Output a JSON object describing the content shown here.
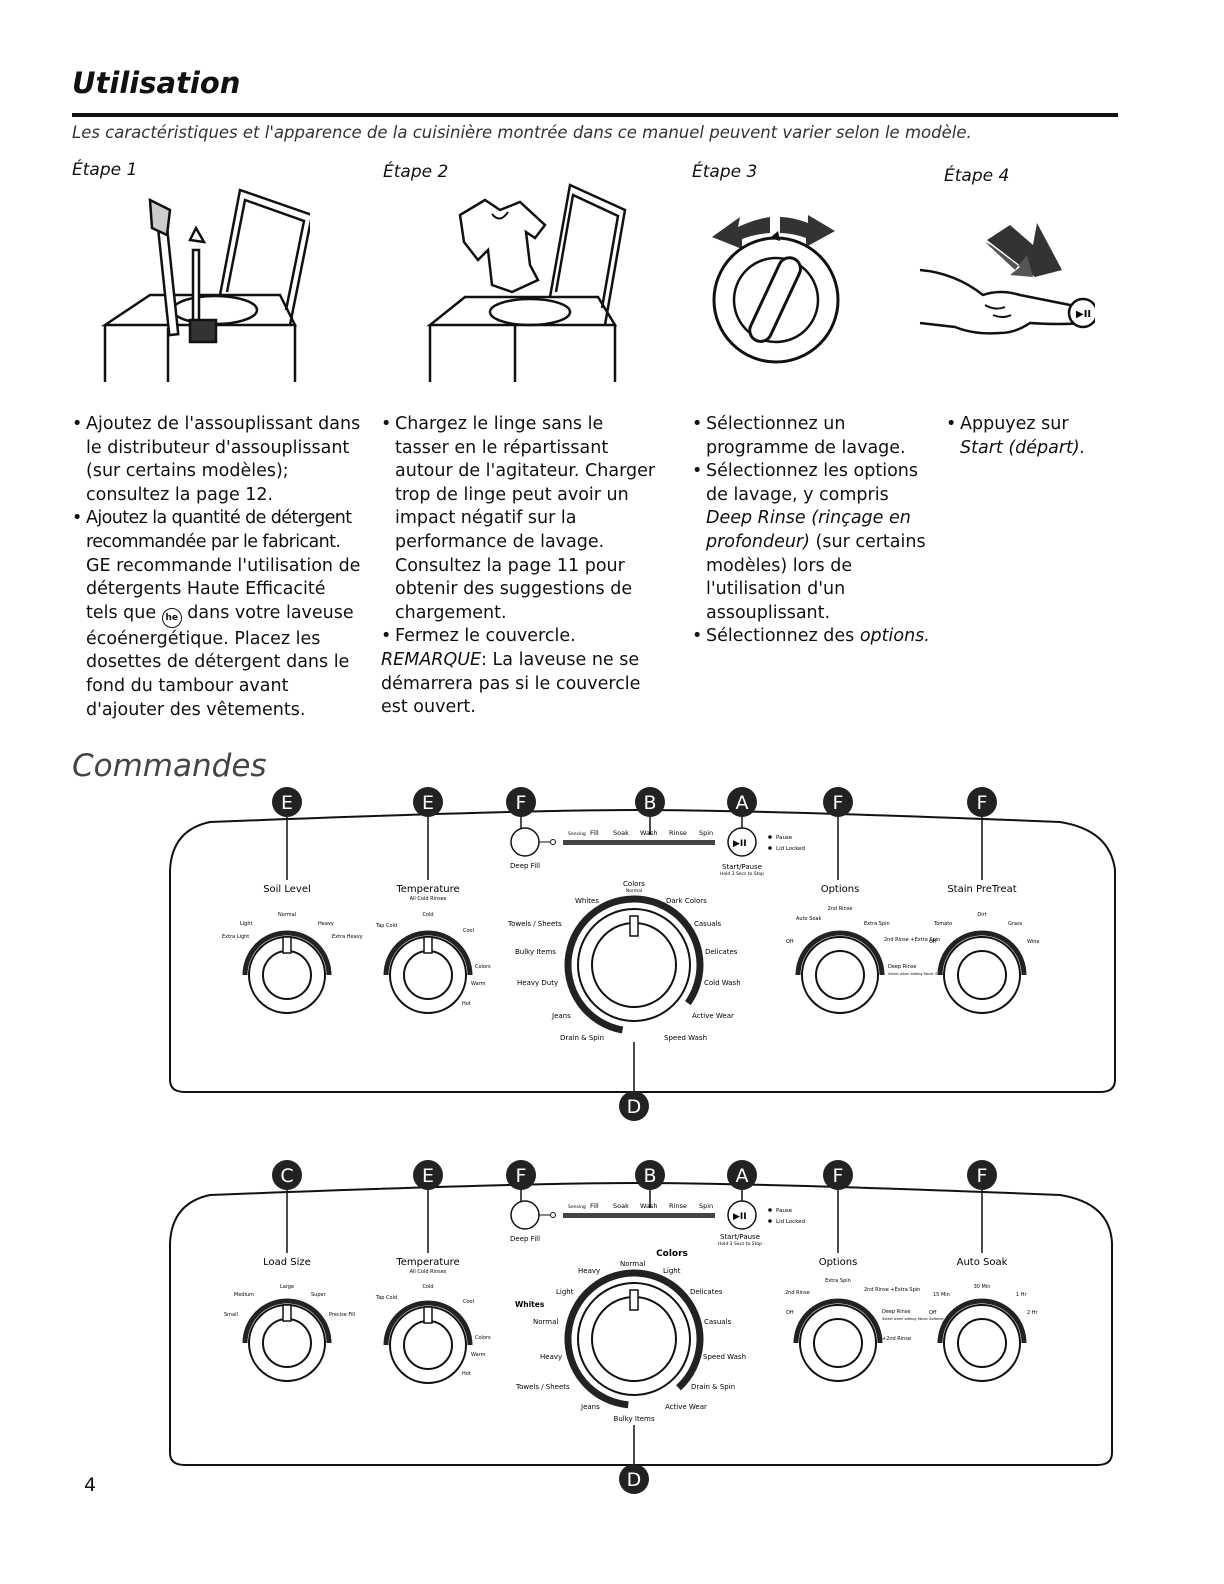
{
  "header": {
    "title": "Utilisation",
    "subtitle": "Les caractéristiques et l'apparence de la cuisinière montrée dans ce manuel peuvent varier selon le modèle."
  },
  "steps": [
    {
      "label": "Étape 1"
    },
    {
      "label": "Étape 2"
    },
    {
      "label": "Étape 3"
    },
    {
      "label": "Étape 4"
    }
  ],
  "step1": {
    "b1": "Ajoutez de l'assouplissant dans le distributeur d'assouplissant (sur certains modèles); consultez la page 12.",
    "b2a": "Ajoutez la quantité de détergent recommandée par le fabricant.",
    "b2b": "GE recommande l'utilisation de détergents Haute Efficacité tels que",
    "he_icon": "he",
    "b2c": "dans votre laveuse écoénergétique.",
    "b2d": "Placez les dosettes de détergent dans le fond du tambour avant d'ajouter des vêtements."
  },
  "step2": {
    "b1": "Chargez le linge sans le tasser en le répartissant autour de l'agitateur. Charger trop de linge peut avoir un impact négatif sur la performance de lavage. Consultez la page 11 pour obtenir des suggestions de chargement.",
    "b2": "Fermez le couvercle.",
    "note_label": "REMARQUE",
    "note_text": ": La laveuse ne se démarrera pas si le couvercle est ouvert."
  },
  "step3": {
    "b1": "Sélectionnez un programme de lavage.",
    "b2a": "Sélectionnez les options de lavage, y compris",
    "b2b": "Deep Rinse (rinçage en profondeur)",
    "b2c": "(sur certains modèles) lors de l'utilisation d'un assouplissant.",
    "b3a": "Sélectionnez des",
    "b3b": "options."
  },
  "step4": {
    "b1a": "Appuyez sur",
    "b1b": "Start (départ)."
  },
  "commandes_title": "Commandes",
  "panel1": {
    "markers": [
      "E",
      "E",
      "F",
      "B",
      "A",
      "F",
      "F"
    ],
    "bottom_marker": "D",
    "status": [
      "Sensing",
      "Fill",
      "Soak",
      "Wash",
      "Rinse",
      "Spin"
    ],
    "deep_fill": "Deep Fill",
    "start_pause": "Start/Pause",
    "hold": "Hold 3 Secs to Stop",
    "pause": "Pause",
    "lid_locked": "Lid Locked",
    "soil": {
      "title": "Soil Level",
      "labels": [
        "Normal",
        "Light",
        "Heavy",
        "Extra Light",
        "Extra Heavy"
      ]
    },
    "temp": {
      "title": "Temperature",
      "sub": "All Cold Rinses",
      "labels": [
        "Cold",
        "Tap Cold",
        "Cool",
        "Colors",
        "Warm",
        "Hot"
      ]
    },
    "cycles": {
      "top": "Colors",
      "top_sub": "Normal",
      "labels": [
        "Whites",
        "Dark Colors",
        "Towels / Sheets",
        "Casuals",
        "Bulky Items",
        "Delicates",
        "Heavy Duty",
        "Cold Wash",
        "Jeans",
        "Active Wear",
        "Drain & Spin",
        "Speed Wash"
      ]
    },
    "options": {
      "title": "Options",
      "labels": [
        "2nd Rinse",
        "Auto Soak",
        "Extra Spin",
        "Off",
        "2nd Rinse +Extra Spin",
        "Deep Rinse",
        "Select when adding Fabric Softener"
      ]
    },
    "stain": {
      "title": "Stain PreTreat",
      "labels": [
        "Dirt",
        "Tomato",
        "Grass",
        "Off",
        "Wine"
      ]
    }
  },
  "panel2": {
    "markers": [
      "C",
      "E",
      "F",
      "B",
      "A",
      "F",
      "F"
    ],
    "bottom_marker": "D",
    "status": [
      "Sensing",
      "Fill",
      "Soak",
      "Wash",
      "Rinse",
      "Spin"
    ],
    "deep_fill": "Deep Fill",
    "start_pause": "Start/Pause",
    "hold": "Hold 3 Secs to Stop",
    "pause": "Pause",
    "lid_locked": "Lid Locked",
    "load": {
      "title": "Load Size",
      "labels": [
        "Large",
        "Medium",
        "Super",
        "Small",
        "Precise Fill"
      ]
    },
    "temp": {
      "title": "Temperature",
      "sub": "All Cold Rinses",
      "labels": [
        "Cold",
        "Tap Cold",
        "Cool",
        "Colors",
        "Warm",
        "Hot"
      ]
    },
    "cycles": {
      "top": "Colors",
      "labels": [
        "Normal",
        "Heavy",
        "Light",
        "Light",
        "Delicates",
        "Whites",
        "Normal",
        "Casuals",
        "Heavy",
        "Speed Wash",
        "Towels / Sheets",
        "Drain & Spin",
        "Jeans",
        "Active Wear",
        "Bulky Items"
      ]
    },
    "options": {
      "title": "Options",
      "labels": [
        "Extra Spin",
        "2nd Rinse",
        "2nd Rinse +Extra Spin",
        "Off",
        "Deep Rinse",
        "Select when adding Fabric Softener",
        "+2nd Rinse"
      ]
    },
    "soak": {
      "title": "Auto Soak",
      "labels": [
        "30 Min",
        "15 Min",
        "1 Hr",
        "Off",
        "2 Hr"
      ]
    }
  },
  "page_number": "4"
}
